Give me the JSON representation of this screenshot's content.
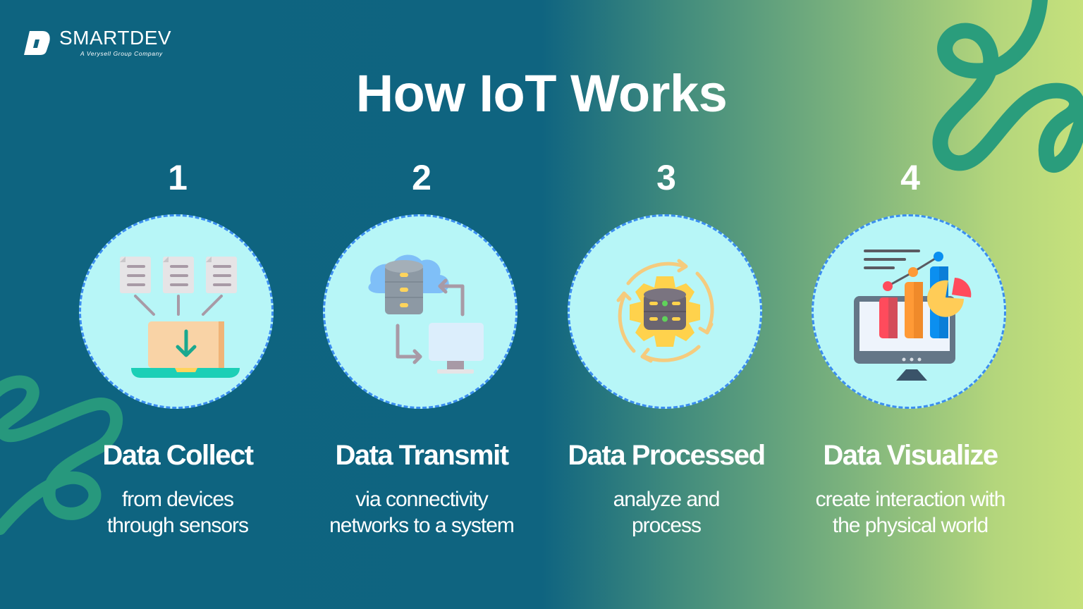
{
  "brand": {
    "name": "SMARTDEV",
    "tagline": "A Verysell Group Company"
  },
  "title": "How IoT Works",
  "colors": {
    "bg_left": "#0f6480",
    "bg_right": "#c6e17c",
    "circle_fill": "#b7f6f7",
    "circle_border": "#3b8ef0",
    "swirl": "#2a9d7c"
  },
  "steps": [
    {
      "number": "1",
      "title": "Data Collect",
      "description_line1": "from devices",
      "description_line2": "through sensors",
      "icon": "documents-to-laptop-download-icon"
    },
    {
      "number": "2",
      "title": "Data Transmit",
      "description_line1": "via connectivity",
      "description_line2": "networks to a system",
      "icon": "cloud-database-to-monitor-icon"
    },
    {
      "number": "3",
      "title": "Data Processed",
      "description_line1": "analyze and",
      "description_line2": "process",
      "icon": "gear-database-cycle-icon"
    },
    {
      "number": "4",
      "title": "Data Visualize",
      "description_line1": "create interaction with",
      "description_line2": "the physical world",
      "icon": "monitor-bar-chart-pie-icon"
    }
  ]
}
